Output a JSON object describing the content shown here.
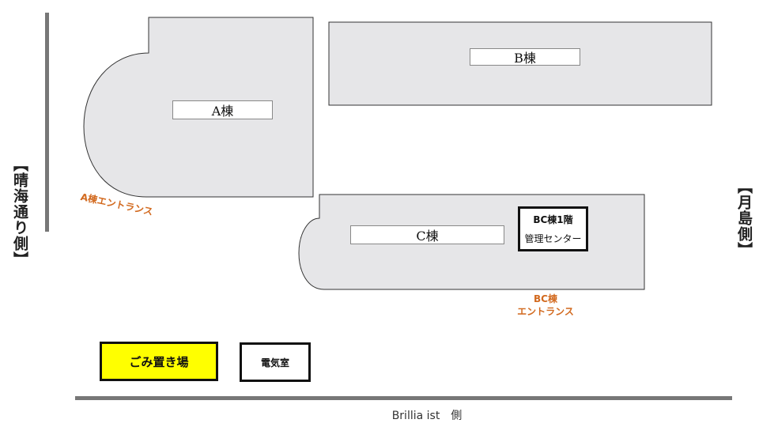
{
  "buildings": {
    "a": {
      "label": "A棟"
    },
    "b": {
      "label": "B棟"
    },
    "c": {
      "label": "C棟"
    }
  },
  "management_center": {
    "line1": "BC棟1階",
    "line2": "管理センター"
  },
  "entrances": {
    "a": "A棟エントランス",
    "bc_line1": "BC棟",
    "bc_line2": "エントランス"
  },
  "facilities": {
    "garbage": "ごみ置き場",
    "electric_room": "電気室"
  },
  "sides": {
    "left": "【晴海通り側】",
    "right": "【月島側】",
    "bottom": "Brillia ist　側"
  },
  "colors": {
    "building": "#e6e6e8",
    "entrance_text": "#d2691e",
    "garbage": "#ffff00"
  }
}
